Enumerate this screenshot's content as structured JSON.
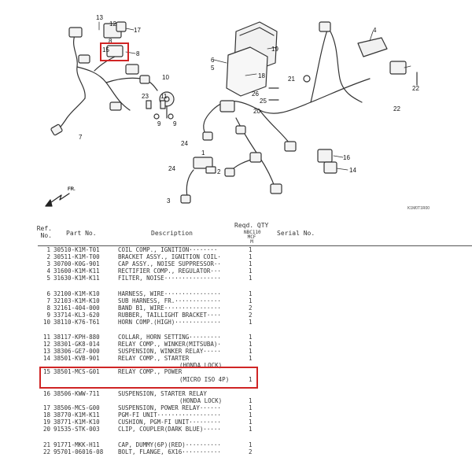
{
  "diagram": {
    "callouts": {
      "c1": "1",
      "c3": "3",
      "c4": "4",
      "c5": "5",
      "c6": "6",
      "c7": "7",
      "c8": "8",
      "c8b": "8",
      "c9a": "9",
      "c9b": "9",
      "c10": "10",
      "c11": "11",
      "c12": "12",
      "c13": "13",
      "c14": "14",
      "c15": "15",
      "c16": "16",
      "c17": "17",
      "c18": "18",
      "c19": "19",
      "c20": "20",
      "c21": "21",
      "c22a": "22",
      "c22b": "22",
      "c23": "23",
      "c24a": "24",
      "c24b": "24",
      "c25": "25",
      "c26": "26"
    },
    "fr_label": "FR.",
    "drawing_code": "K1M0T1R00"
  },
  "table": {
    "headers": {
      "ref_line1": "Ref.",
      "ref_line2": "No.",
      "part_no": "Part No.",
      "description": "Description",
      "reqd_qty": "Reqd. QTY",
      "model_line1": "NBC110",
      "model_line2": "MCF",
      "model_line3": "M",
      "serial_no": "Serial No."
    },
    "rows": [
      {
        "ref": "1",
        "part": "30510-K1M-T01",
        "desc": "COIL COMP., IGNITION········",
        "qty": "1"
      },
      {
        "ref": "2",
        "part": "30511-K1M-T00",
        "desc": "BRACKET ASSY., IGNITION COIL·",
        "qty": "1"
      },
      {
        "ref": "3",
        "part": "30700-K0G-901",
        "desc": "CAP ASSY., NOISE SUPPRESSOR··",
        "qty": "1"
      },
      {
        "ref": "4",
        "part": "31600-K1M-K11",
        "desc": "RECTIFIER COMP., REGULATOR···",
        "qty": "1"
      },
      {
        "ref": "5",
        "part": "31630-K1M-K11",
        "desc": "FILTER, NOISE················",
        "qty": "1"
      },
      {
        "ref": "6",
        "part": "32100-K1M-K10",
        "desc": "HARNESS, WIRE················",
        "qty": "1"
      },
      {
        "ref": "7",
        "part": "32103-K1M-K10",
        "desc": "SUB HARNESS, FR.·············",
        "qty": "1"
      },
      {
        "ref": "8",
        "part": "32161-404-000",
        "desc": "BAND B1, WIRE················",
        "qty": "2"
      },
      {
        "ref": "9",
        "part": "33714-KL3-620",
        "desc": "RUBBER, TAILLIGHT BRACKET····",
        "qty": "2"
      },
      {
        "ref": "10",
        "part": "38110-K76-T61",
        "desc": "HORN COMP.(HIGH)·············",
        "qty": "1"
      },
      {
        "ref": "11",
        "part": "38117-KPH-880",
        "desc": "COLLAR, HORN SETTING·········",
        "qty": "1"
      },
      {
        "ref": "12",
        "part": "38301-GK8-014",
        "desc": "RELAY COMP., WINKER(MITSUBA)·",
        "qty": "1"
      },
      {
        "ref": "13",
        "part": "38306-GE7-000",
        "desc": "SUSPENSION, WINKER RELAY·····",
        "qty": "1"
      },
      {
        "ref": "14",
        "part": "38501-KVB-901",
        "desc": "RELAY COMP., STARTER",
        "qty": "1"
      },
      {
        "ref": "",
        "part": "",
        "desc": "(HONDA LOCK)",
        "qty": ""
      },
      {
        "ref": "15",
        "part": "38501-MCS-G01",
        "desc": "RELAY COMP., POWER",
        "qty": ""
      },
      {
        "ref": "",
        "part": "",
        "desc": "(MICRO ISO 4P)",
        "qty": "1"
      },
      {
        "ref": "16",
        "part": "38506-KWW-711",
        "desc": "SUSPENSION, STARTER RELAY",
        "qty": ""
      },
      {
        "ref": "",
        "part": "",
        "desc": "(HONDA LOCK)",
        "qty": "1"
      },
      {
        "ref": "17",
        "part": "38506-MCS-G00",
        "desc": "SUSPENSION, POWER RELAY······",
        "qty": "1"
      },
      {
        "ref": "18",
        "part": "38770-K1M-K11",
        "desc": "PGM-FI UNIT··················",
        "qty": "1"
      },
      {
        "ref": "19",
        "part": "38771-K1M-K10",
        "desc": "CUSHION, PGM-FI UNIT·········",
        "qty": "1"
      },
      {
        "ref": "20",
        "part": "91535-STK-003",
        "desc": "CLIP, COUPLER(DARK BLUE)·····",
        "qty": "1"
      },
      {
        "ref": "21",
        "part": "91771-MKK-H11",
        "desc": "CAP, DUMMY(6P)(RED)··········",
        "qty": "1"
      },
      {
        "ref": "22",
        "part": "95701-06016-08",
        "desc": "BOLT, FLANGE, 6X16···········",
        "qty": "2"
      }
    ]
  }
}
